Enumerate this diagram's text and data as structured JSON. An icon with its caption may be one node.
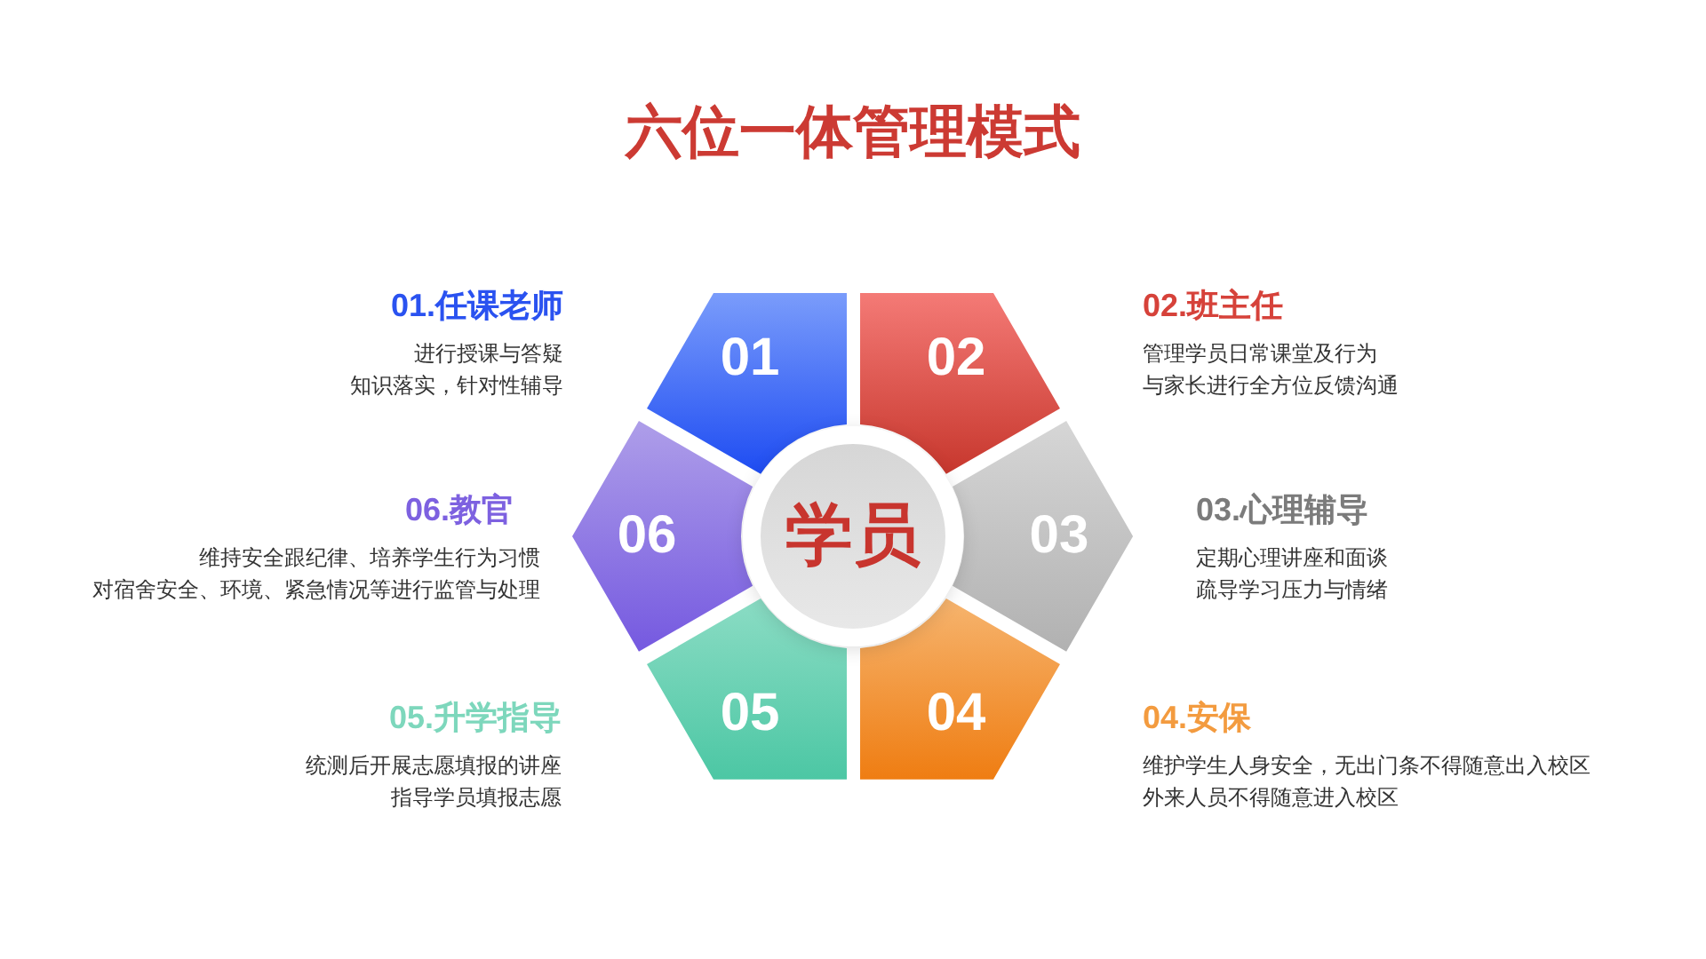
{
  "diagram": {
    "title": "六位一体管理模式",
    "nodes": [
      {
        "text": [
          "01"
        ],
        "beside": [
          "01.任课老师",
          "进行授课与答疑",
          "知识落实，针对性辅导"
        ]
      },
      {
        "text": [
          "02"
        ],
        "beside": [
          "02.班主任",
          "管理学员日常课堂及行为",
          "与家长进行全方位反馈沟通"
        ]
      },
      {
        "text": [
          "03"
        ],
        "beside": [
          "03.心理辅导",
          "定期心理讲座和面谈",
          "疏导学习压力与情绪"
        ]
      },
      {
        "text": [
          "04"
        ],
        "beside": [
          "04.安保",
          "维护学生人身安全，无出门条不得随意出入校区",
          "外来人员不得随意进入校区"
        ]
      },
      {
        "text": [
          "05"
        ],
        "beside": [
          "05.升学指导",
          "统测后开展志愿填报的讲座",
          "指导学员填报志愿"
        ]
      },
      {
        "text": [
          "06"
        ],
        "beside": [
          "06.教官",
          "维持安全跟纪律、培养学生行为习惯",
          "对宿舍安全、环境、紧急情况等进行监管与处理"
        ]
      },
      {
        "text": [
          "学员"
        ]
      }
    ]
  }
}
